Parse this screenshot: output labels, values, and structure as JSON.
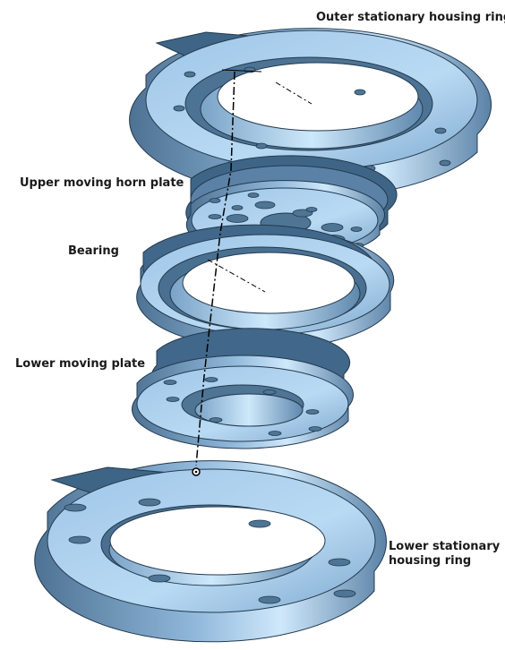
{
  "labels": {
    "outer_ring": "Outer stationary housing ring",
    "upper_plate": "Upper moving horn plate",
    "bearing": "Bearing",
    "lower_plate": "Lower moving plate",
    "lower_ring_line1": "Lower stationary",
    "lower_ring_line2": "housing ring"
  },
  "colors": {
    "part_face": "#a9cdec",
    "part_side": "#6f98bd",
    "part_dark": "#3d5f7d",
    "part_highlight": "#d9efff",
    "edge": "#233a4f",
    "background": "#ffffff"
  }
}
